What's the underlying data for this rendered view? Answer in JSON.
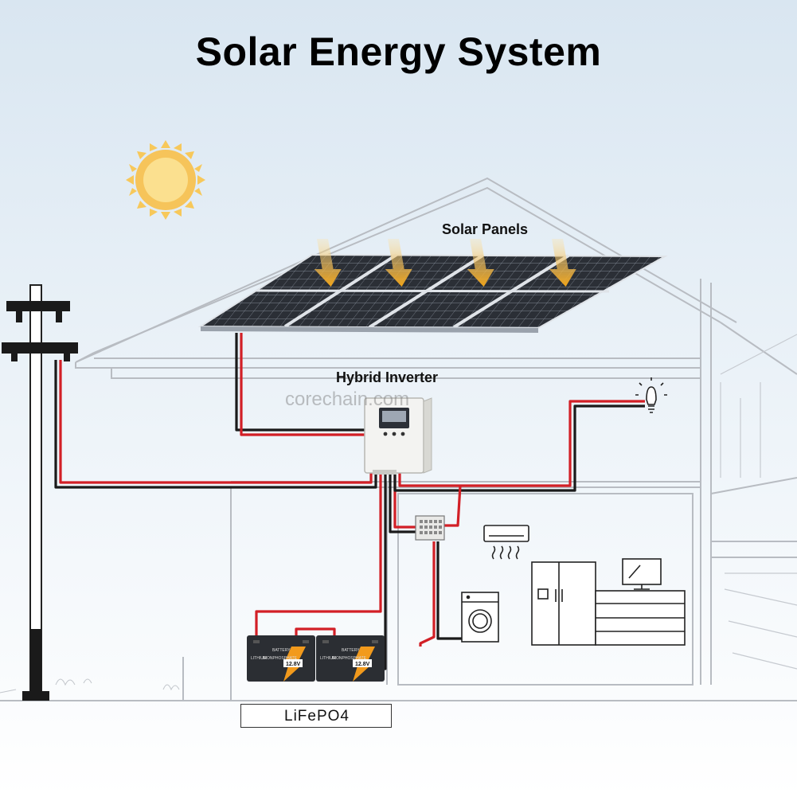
{
  "title": "Solar Energy System",
  "labels": {
    "solar_panels": "Solar Panels",
    "hybrid_inverter": "Hybrid Inverter",
    "battery_type": "LiFePO4"
  },
  "watermark": "corechain.com",
  "battery": {
    "brand": "LITHIUM",
    "heading": "BATTERY",
    "subtitle": "IRONPHOSPHATE",
    "voltage": "12.8V"
  },
  "colors": {
    "sky_top": "#dce8f2",
    "sun": "#f7c85a",
    "arrow": "#f0a419",
    "wire_red": "#d21f26",
    "wire_black": "#1a1a1a",
    "panel": "#2a2d33",
    "battery_body": "#2b2e33",
    "battery_accent": "#f29a1c"
  },
  "icons": [
    "sun-icon",
    "lightbulb-icon",
    "air-conditioner-icon",
    "washing-machine-icon",
    "refrigerator-icon",
    "tv-icon",
    "utility-pole-icon",
    "breaker-box-icon"
  ]
}
